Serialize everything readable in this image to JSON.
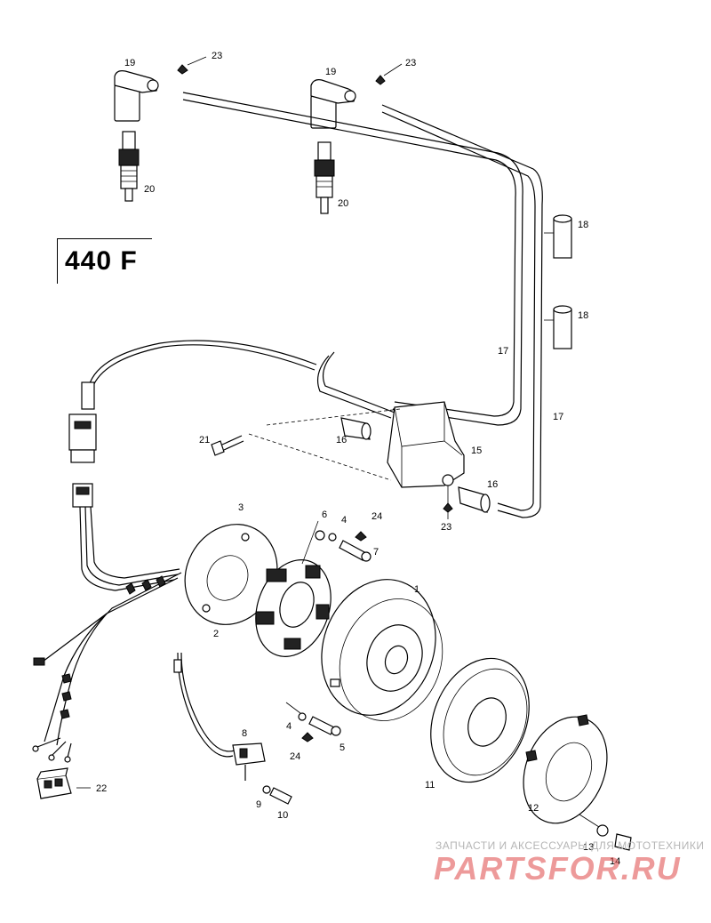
{
  "model_label": "440 F",
  "callouts": [
    {
      "id": "c19a",
      "text": "19"
    },
    {
      "id": "c23a",
      "text": "23"
    },
    {
      "id": "c19b",
      "text": "19"
    },
    {
      "id": "c23b",
      "text": "23"
    },
    {
      "id": "c20a",
      "text": "20"
    },
    {
      "id": "c20b",
      "text": "20"
    },
    {
      "id": "c18a",
      "text": "18"
    },
    {
      "id": "c18b",
      "text": "18"
    },
    {
      "id": "c17a",
      "text": "17"
    },
    {
      "id": "c17b",
      "text": "17"
    },
    {
      "id": "c21",
      "text": "21"
    },
    {
      "id": "c16a",
      "text": "16"
    },
    {
      "id": "c15",
      "text": "15"
    },
    {
      "id": "c16b",
      "text": "16"
    },
    {
      "id": "c23c",
      "text": "23"
    },
    {
      "id": "c3",
      "text": "3"
    },
    {
      "id": "c6",
      "text": "6"
    },
    {
      "id": "c4a",
      "text": "4"
    },
    {
      "id": "c24a",
      "text": "24"
    },
    {
      "id": "c7",
      "text": "7"
    },
    {
      "id": "c1",
      "text": "1"
    },
    {
      "id": "c2",
      "text": "2"
    },
    {
      "id": "c4b",
      "text": "4"
    },
    {
      "id": "c5",
      "text": "5"
    },
    {
      "id": "c24b",
      "text": "24"
    },
    {
      "id": "c8",
      "text": "8"
    },
    {
      "id": "c9",
      "text": "9"
    },
    {
      "id": "c10",
      "text": "10"
    },
    {
      "id": "c11",
      "text": "11"
    },
    {
      "id": "c12",
      "text": "12"
    },
    {
      "id": "c13",
      "text": "13"
    },
    {
      "id": "c14",
      "text": "14"
    },
    {
      "id": "c22",
      "text": "22"
    }
  ],
  "watermark": {
    "text": "ЗАПЧАСТИ И АКСЕССУАРЫ ДЛЯ МОТОТЕХНИКИ",
    "logo": "PARTSFOR.RU"
  }
}
